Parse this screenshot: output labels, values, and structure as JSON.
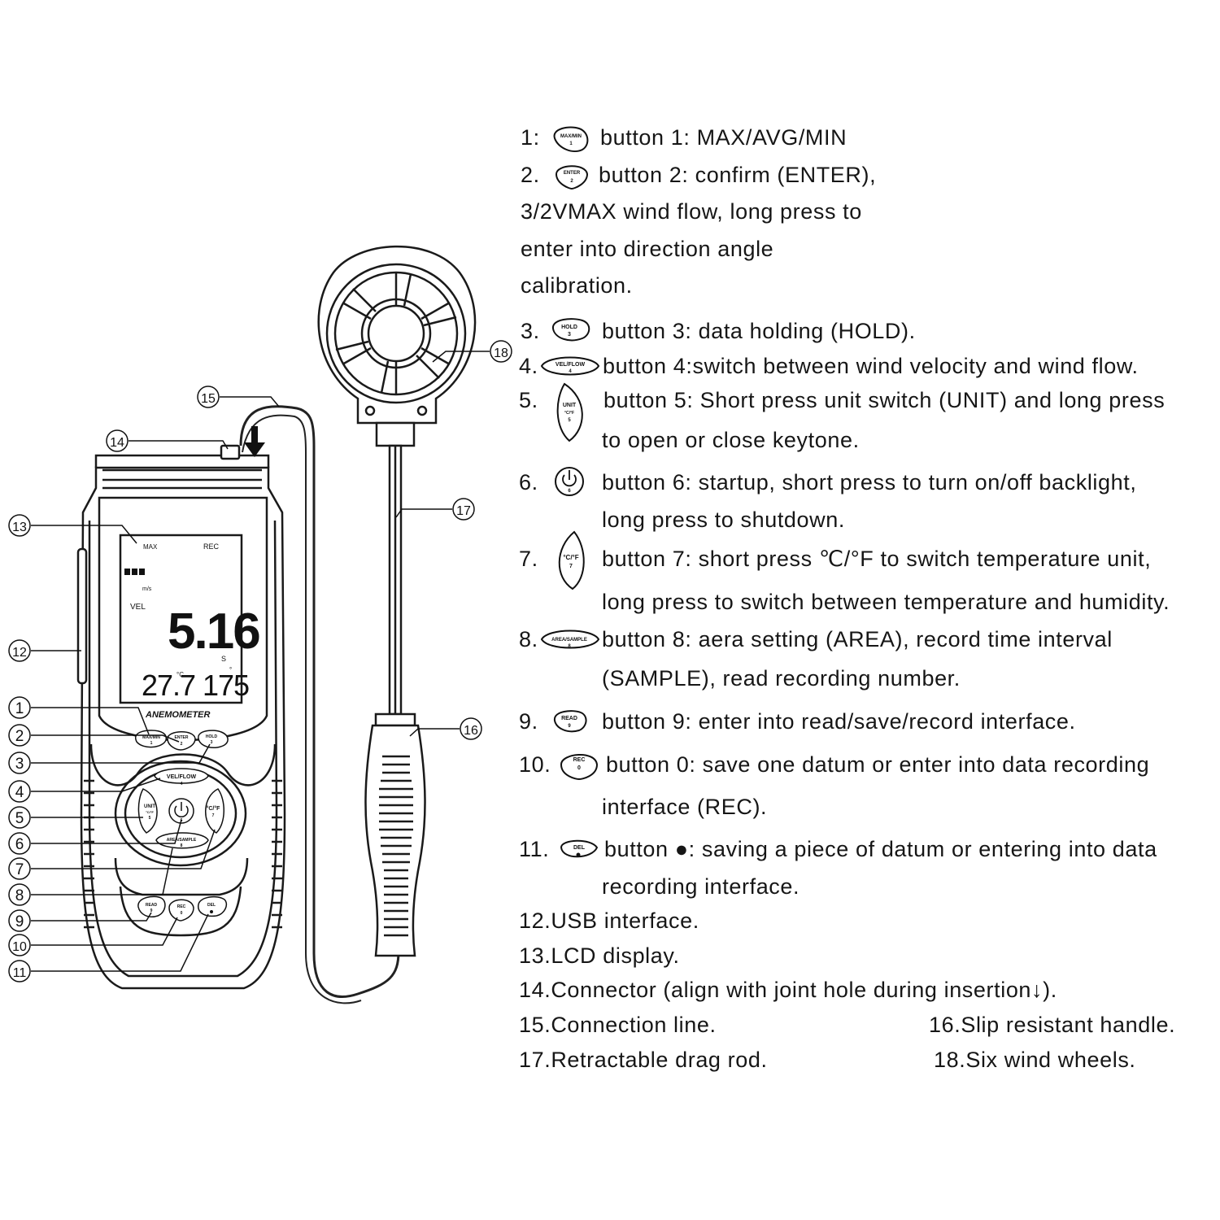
{
  "device": {
    "lcd": {
      "max_label": "MAX",
      "rec_label": "REC",
      "velocity_unit": "m/s",
      "mode_label": "VEL",
      "main_reading": "5.16",
      "sample_label": "S",
      "temperature_reading": "27.7",
      "temperature_unit": "°C",
      "angle_reading": "175",
      "angle_unit": "°"
    },
    "brand_label": "ANEMOMETER",
    "keys": {
      "k1": "MAX/MIN",
      "k1_num": "1",
      "k2": "ENTER",
      "k2_num": "2",
      "k3": "HOLD",
      "k3_num": "3",
      "k4": "VEL/FLOW",
      "k4_num": "4",
      "k5": "UNIT",
      "k5_sub": "°C/°F",
      "k5_num": "5",
      "k6_num": "6",
      "k7": "°C/°F",
      "k7_num": "7",
      "k8": "AREA/SAMPLE",
      "k8_num": "8",
      "k9": "READ",
      "k9_num": "9",
      "k10": "REC",
      "k10_num": "0",
      "k11": "DEL"
    }
  },
  "callouts": [
    "1",
    "2",
    "3",
    "4",
    "5",
    "6",
    "7",
    "8",
    "9",
    "10",
    "11",
    "12",
    "13",
    "14",
    "15",
    "16",
    "17",
    "18"
  ],
  "legend": {
    "i1_num": "1:",
    "i1_text": "button 1: MAX/AVG/MIN",
    "i2_num": "2.",
    "i2_text": "button 2: confirm (ENTER),",
    "i2_l2": "3/2VMAX wind flow, long press to",
    "i2_l3": "enter into direction angle",
    "i2_l4": "calibration.",
    "i3_num": "3.",
    "i3_text": "button 3: data holding (HOLD).",
    "i4_num": "4.",
    "i4_text": "button 4:switch between wind velocity and wind flow.",
    "i5_num": "5.",
    "i5_text": "button 5: Short press unit switch (UNIT) and long press",
    "i5_l2": "to open or close keytone.",
    "i6_num": "6.",
    "i6_text": "button 6: startup, short press to turn on/off backlight,",
    "i6_l2": "long press to shutdown.",
    "i7_num": "7.",
    "i7_text": "button 7: short press ℃/°F to switch temperature unit,",
    "i7_l2": "long press to switch between temperature and humidity.",
    "i8_num": "8.",
    "i8_text": "button 8: aera setting (AREA), record time interval",
    "i8_l2": "(SAMPLE), read recording number.",
    "i9_num": "9.",
    "i9_text": "button 9: enter into read/save/record interface.",
    "i10_num": "10.",
    "i10_text": "button 0: save one datum or enter into data recording",
    "i10_l2": "interface (REC).",
    "i11_num": "11.",
    "i11_text": "button ●: saving a piece of datum or entering into data",
    "i11_l2": "recording interface.",
    "i12": "12.USB interface.",
    "i13": "13.LCD display.",
    "i14": "14.Connector (align with joint hole during insertion↓).",
    "i15": "15.Connection line.",
    "i16": "16.Slip resistant handle.",
    "i17": "17.Retractable drag rod.",
    "i18": "18.Six wind wheels."
  }
}
